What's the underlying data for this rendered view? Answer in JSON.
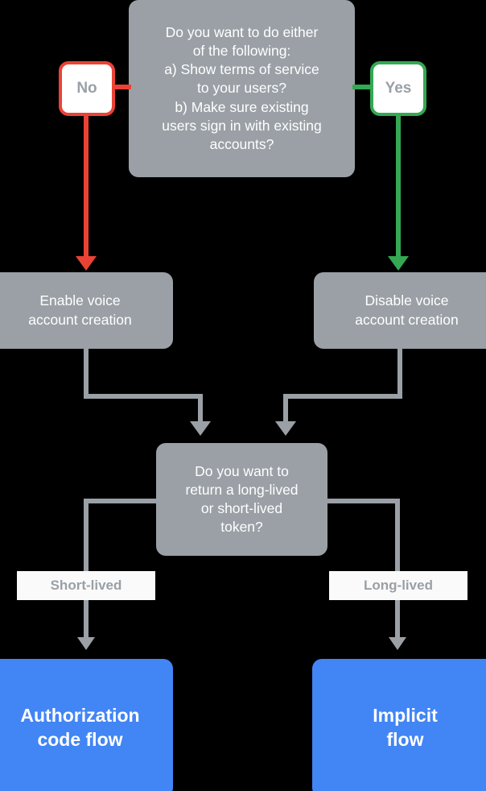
{
  "diagram": {
    "title": "Account linking flow decision chart",
    "background_color": "#000000",
    "colors": {
      "node_gray": "#9aa0a6",
      "node_blue": "#4285f4",
      "no_accent": "#ea4335",
      "yes_accent": "#34a853",
      "label_bg": "#fafafa",
      "text_light": "#ffffff"
    },
    "nodes": {
      "question_top": {
        "text": "Do you want to do either\nof the following:\na) Show terms of service\nto your users?\nb) Make sure existing\nusers sign in with existing\naccounts?",
        "type": "decision"
      },
      "answer_no": {
        "text": "No",
        "type": "answer",
        "accent": "#ea4335"
      },
      "answer_yes": {
        "text": "Yes",
        "type": "answer",
        "accent": "#34a853"
      },
      "enable_voice": {
        "text": "Enable voice\naccount creation",
        "type": "action"
      },
      "disable_voice": {
        "text": "Disable voice\naccount creation",
        "type": "action"
      },
      "question_token": {
        "text": "Do you want to\nreturn a long-lived\nor short-lived\ntoken?",
        "type": "decision"
      },
      "auth_code_flow": {
        "text": "Authorization\ncode flow",
        "type": "result"
      },
      "implicit_flow": {
        "text": "Implicit\nflow",
        "type": "result"
      }
    },
    "edge_labels": {
      "short_lived": "Short-lived",
      "long_lived": "Long-lived"
    }
  }
}
